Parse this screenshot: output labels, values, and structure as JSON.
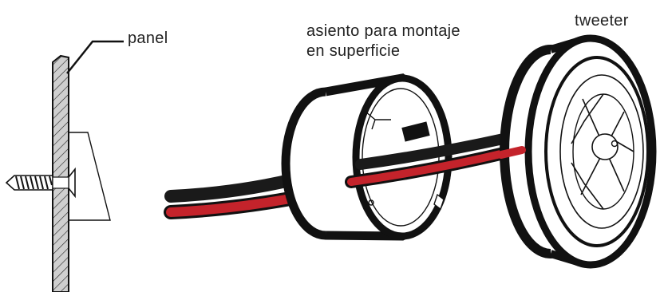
{
  "labels": {
    "panel": "panel",
    "mount_line1": "asiento para montaje",
    "mount_line2": "en superficie",
    "tweeter": "tweeter"
  },
  "colors": {
    "outline": "#111111",
    "red_wire": "#c4232b",
    "black_wire": "#1a1a1a",
    "panel_fill": "#cfcfcf",
    "text": "#222222"
  },
  "parts": [
    "panel",
    "screw",
    "surface-mount-cup",
    "tweeter",
    "cable"
  ]
}
